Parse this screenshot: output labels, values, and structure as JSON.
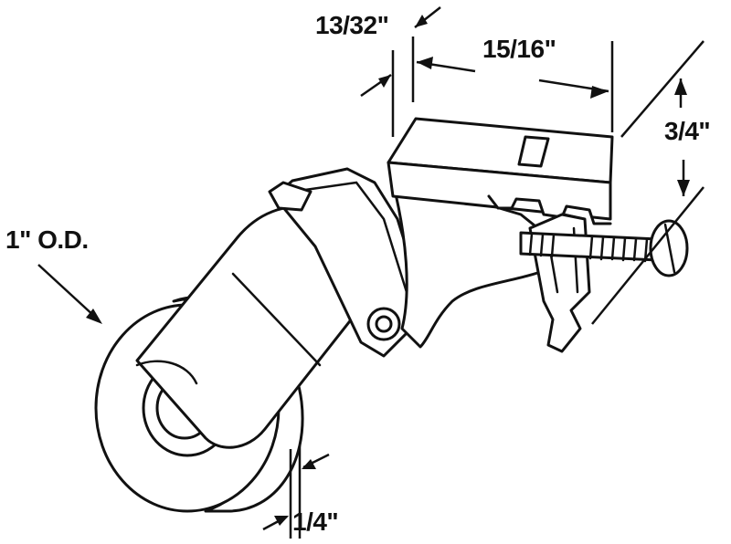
{
  "diagram": {
    "labels": {
      "dim_13_32": "13/32\"",
      "dim_15_16": "15/16\"",
      "dim_3_4": "3/4\"",
      "dim_od": "1\" O.D.",
      "dim_1_4": "1/4\""
    }
  }
}
